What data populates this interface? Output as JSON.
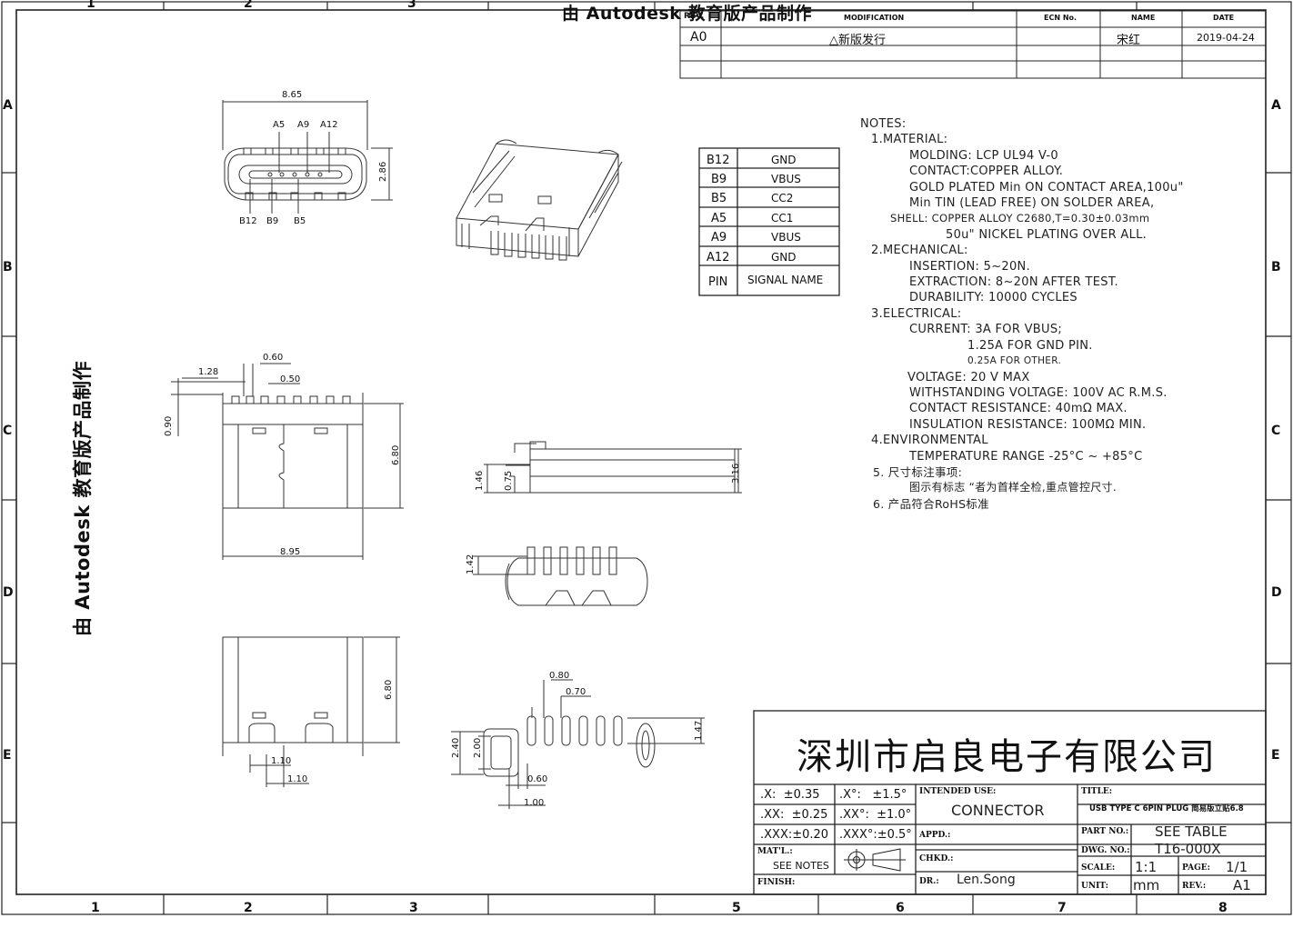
{
  "watermark": "由 Autodesk 教育版产品制作",
  "frame": {
    "cols_top": [
      "1",
      "2",
      "3"
    ],
    "cols_bottom": [
      "1",
      "2",
      "3",
      "5",
      "6",
      "7",
      "8"
    ],
    "rows_left": [
      "A",
      "B",
      "C",
      "D",
      "E"
    ],
    "rows_right": [
      "A",
      "B",
      "C",
      "D",
      "E"
    ]
  },
  "revision": {
    "headers": {
      "rev": "REV.",
      "modification": "MODIFICATION",
      "ecn": "ECN No.",
      "name": "NAME",
      "date": "DATE"
    },
    "rows": [
      {
        "rev": "A0",
        "modification": "新版发行",
        "ecn": "",
        "name": "宋红",
        "date": "2019-04-24"
      }
    ]
  },
  "pin_table": {
    "rows": [
      {
        "pin": "B12",
        "signal": "GND"
      },
      {
        "pin": "B9",
        "signal": "VBUS"
      },
      {
        "pin": "B5",
        "signal": "CC2"
      },
      {
        "pin": "A5",
        "signal": "CC1"
      },
      {
        "pin": "A9",
        "signal": "VBUS"
      },
      {
        "pin": "A12",
        "signal": "GND"
      }
    ],
    "header": {
      "pin": "PIN",
      "signal": "SIGNAL NAME"
    }
  },
  "dims": {
    "front_width": "8.65",
    "front_height": "2.86",
    "pins_top": [
      "A5",
      "A9",
      "A12"
    ],
    "pins_bottom": [
      "B12",
      "B9",
      "B5"
    ],
    "top_128": "1.28",
    "top_060": "0.60",
    "top_050": "0.50",
    "top_090": "0.90",
    "top_680": "6.80",
    "top_895": "8.95",
    "side_146": "1.46",
    "side_075": "0.75",
    "side_316": "3.16",
    "end_142": "1.42",
    "bot_680": "6.80",
    "bot_110a": "1.10",
    "bot_110b": "1.10",
    "fp_080": "0.80",
    "fp_070": "0.70",
    "fp_240": "2.40",
    "fp_200": "2.00",
    "fp_147": "1.47",
    "fp_060": "0.60",
    "fp_100": "1.00"
  },
  "notes": {
    "title": "NOTES:",
    "material": "1.MATERIAL:",
    "molding": "MOLDING: LCP UL94 V-0",
    "contact": "CONTACT:COPPER ALLOY.",
    "gold": "GOLD PLATED Min ON CONTACT AREA,100u\"",
    "tin": "Min TIN (LEAD FREE) ON SOLDER AREA,",
    "shell": "SHELL: COPPER ALLOY C2680,T=0.30±0.03mm",
    "nickel": "50u\" NICKEL PLATING OVER ALL.",
    "mechanical": "2.MECHANICAL:",
    "insertion": "INSERTION: 5~20N.",
    "extraction": "EXTRACTION: 8~20N AFTER TEST.",
    "durability": "DURABILITY: 10000 CYCLES",
    "electrical": "3.ELECTRICAL:",
    "current": "CURRENT: 3A FOR VBUS;",
    "current_gnd": "1.25A FOR GND PIN.",
    "current_other": "0.25A FOR OTHER.",
    "voltage": "VOLTAGE: 20 V MAX",
    "withstanding": "WITHSTANDING VOLTAGE: 100V AC R.M.S.",
    "contact_res": "CONTACT RESISTANCE: 40mΩ MAX.",
    "insulation": "INSULATION RESISTANCE: 100MΩ MIN.",
    "environmental": "4.ENVIRONMENTAL",
    "temperature": "TEMPERATURE RANGE -25°C ~ +85°C",
    "size_note": "5. 尺寸标注事项:",
    "size_note_detail": "图示有标志 “者为首样全检,重点管控尺寸.",
    "rohs": "6. 产品符合RoHS标准"
  },
  "title_block": {
    "company": "深圳市启良电子有限公司",
    "tolerances": [
      {
        "a": ".X:",
        "av": "±0.35",
        "b": ".X°:",
        "bv": "±1.5°"
      },
      {
        "a": ".XX:",
        "av": "±0.25",
        "b": ".XX°:",
        "bv": "±1.0°"
      },
      {
        "a": ".XXX:",
        "av": "±0.20",
        "b": ".XXX°:",
        "bv": "±0.5°"
      }
    ],
    "intended_use_label": "INTENDED USE:",
    "intended_use": "CONNECTOR",
    "appd_label": "APPD.:",
    "chkd_label": "CHKD.:",
    "dr_label": "DR.:",
    "dr": "Len.Song",
    "matl_label": "MAT'L.:",
    "matl": "SEE NOTES",
    "finish_label": "FINISH:",
    "title_label": "TITLE:",
    "title": "USB TYPE C 6PIN PLUG 简易版立贴6.8",
    "part_label": "PART NO.:",
    "part": "SEE TABLE",
    "dwg_label": "DWG. NO.:",
    "dwg": "T16-000X",
    "scale_label": "SCALE:",
    "scale": "1:1",
    "page_label": "PAGE:",
    "page": "1/1",
    "unit_label": "UNIT:",
    "unit": "mm",
    "rev_label": "REV.:",
    "rev": "A1"
  }
}
